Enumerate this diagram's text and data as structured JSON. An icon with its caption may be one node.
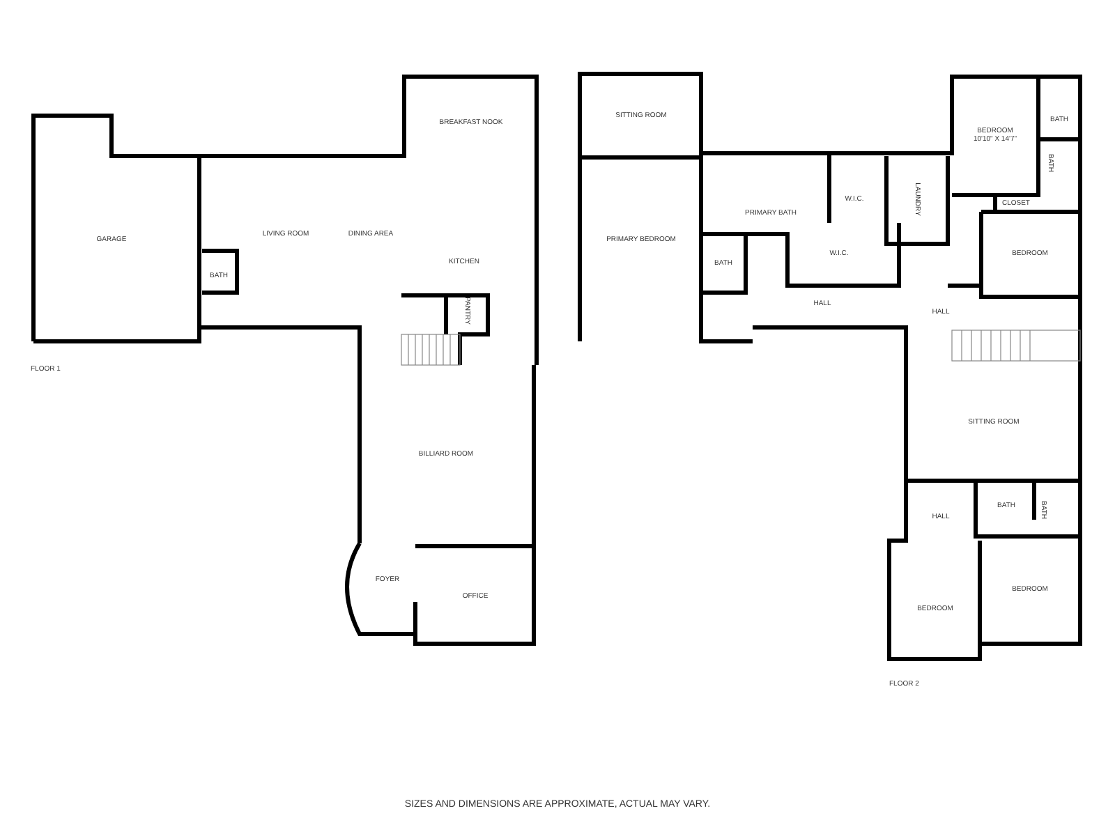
{
  "diagram": {
    "caption": "SIZES AND DIMENSIONS ARE APPROXIMATE, ACTUAL MAY VARY.",
    "nodes": [
      {
        "text": [
          "GARAGE"
        ]
      },
      {
        "text": [
          "BATH"
        ]
      },
      {
        "text": [
          "LIVING ROOM"
        ]
      },
      {
        "text": [
          "DINING AREA"
        ]
      },
      {
        "text": [
          "BREAKFAST NOOK"
        ]
      },
      {
        "text": [
          "KITCHEN"
        ]
      },
      {
        "text": [
          "PANTRY"
        ]
      },
      {
        "text": [
          "BILLIARD ROOM"
        ]
      },
      {
        "text": [
          "FOYER"
        ]
      },
      {
        "text": [
          "OFFICE"
        ]
      },
      {
        "text": [
          "SITTING ROOM"
        ]
      },
      {
        "text": [
          "PRIMARY BEDROOM"
        ]
      },
      {
        "text": [
          "PRIMARY BATH"
        ]
      },
      {
        "text": [
          "W.I.C."
        ]
      },
      {
        "text": [
          "LAUNDRY"
        ]
      },
      {
        "text": [
          "BEDROOM",
          "10'10\" X 14'7\""
        ]
      },
      {
        "text": [
          "BATH"
        ]
      },
      {
        "text": [
          "BATH"
        ]
      },
      {
        "text": [
          "CLOSET"
        ]
      },
      {
        "text": [
          "BATH"
        ]
      },
      {
        "text": [
          "W.I.C."
        ]
      },
      {
        "text": [
          "BEDROOM"
        ]
      },
      {
        "text": [
          "HALL"
        ]
      },
      {
        "text": [
          "HALL"
        ]
      },
      {
        "text": [
          "SITTING ROOM"
        ]
      },
      {
        "text": [
          "BATH"
        ]
      },
      {
        "text": [
          "BATH"
        ]
      },
      {
        "text": [
          "HALL"
        ]
      },
      {
        "text": [
          "BEDROOM"
        ]
      },
      {
        "text": [
          "BEDROOM"
        ]
      }
    ],
    "labels": [
      "FLOOR 1",
      "FLOOR 2"
    ]
  }
}
